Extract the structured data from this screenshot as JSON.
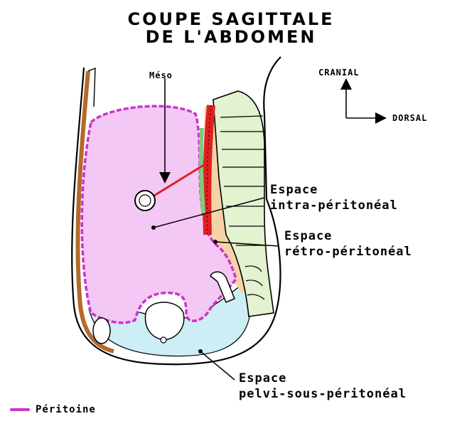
{
  "title": {
    "line1": "COUPE SAGITTALE",
    "line2": "DE L'ABDOMEN"
  },
  "labels": {
    "meso": "Méso",
    "intra_1": "Espace",
    "intra_2": "intra-péritonéal",
    "retro_1": "Espace",
    "retro_2": "rétro-péritonéal",
    "pelvi_1": "Espace",
    "pelvi_2": "pelvi-sous-péritonéal"
  },
  "orientation": {
    "up": "CRANIAL",
    "right": "DORSAL"
  },
  "legend": {
    "label": "Péritoine",
    "color": "#cc33cc"
  },
  "colors": {
    "peritoneum_line": "#cc33cc",
    "intraperitoneal_fill": "#f4c8f4",
    "retroperitoneal_fill": "#f6d3a6",
    "subperitoneal_fill": "#cdeef4",
    "vertebra_fill": "#e3f2cf",
    "vessel_red": "#e02020",
    "muscle_brown": "#b46a2a",
    "gut_loop_green": "#7dcc7d"
  }
}
